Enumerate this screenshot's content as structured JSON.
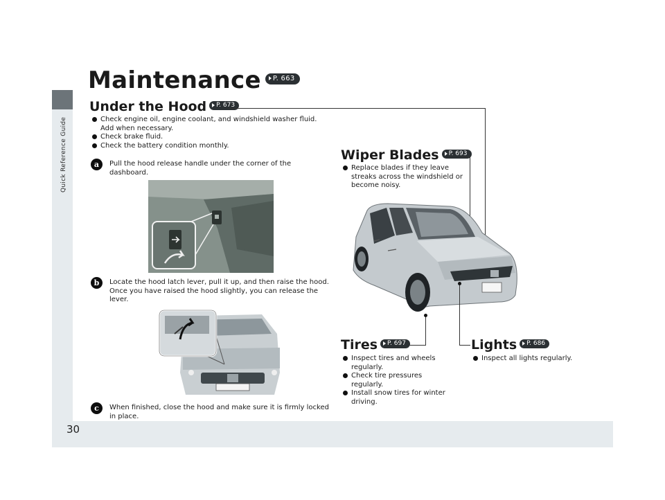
{
  "side_label": "Quick Reference Guide",
  "page_number": "30",
  "title": "Maintenance",
  "title_ref": "P. 663",
  "under_hood": {
    "heading": "Under the Hood",
    "ref": "P. 673",
    "bullets": [
      "Check engine oil, engine coolant, and windshield washer fluid.",
      "Add when necessary.",
      "Check brake fluid.",
      "Check the battery condition monthly."
    ]
  },
  "steps": [
    {
      "badge": "a",
      "line1": "Pull the hood release handle under the corner of the",
      "line2": "dashboard.",
      "line3": ""
    },
    {
      "badge": "b",
      "line1": "Locate the hood latch lever, pull it up, and then raise the hood.",
      "line2": "Once you have raised the hood slightly, you can release the",
      "line3": "lever."
    },
    {
      "badge": "c",
      "line1": "When finished, close the hood and make sure it is firmly locked",
      "line2": "in place.",
      "line3": ""
    }
  ],
  "wiper": {
    "heading": "Wiper Blades",
    "ref": "P. 693",
    "bullet_lines": [
      "Replace blades if they leave",
      "streaks across the windshield or",
      "become noisy."
    ]
  },
  "tires": {
    "heading": "Tires",
    "ref": "P. 697",
    "b1": [
      "Inspect tires and wheels",
      "regularly."
    ],
    "b2": [
      "Check tire pressures",
      "regularly."
    ],
    "b3": [
      "Install snow tires for winter",
      "driving."
    ]
  },
  "lights": {
    "heading": "Lights",
    "ref": "P. 686",
    "bullet": "Inspect all lights regularly."
  },
  "colors": {
    "frame": "#e6ebee",
    "tab": "#6c7479",
    "badge": "#0e0e0e"
  }
}
